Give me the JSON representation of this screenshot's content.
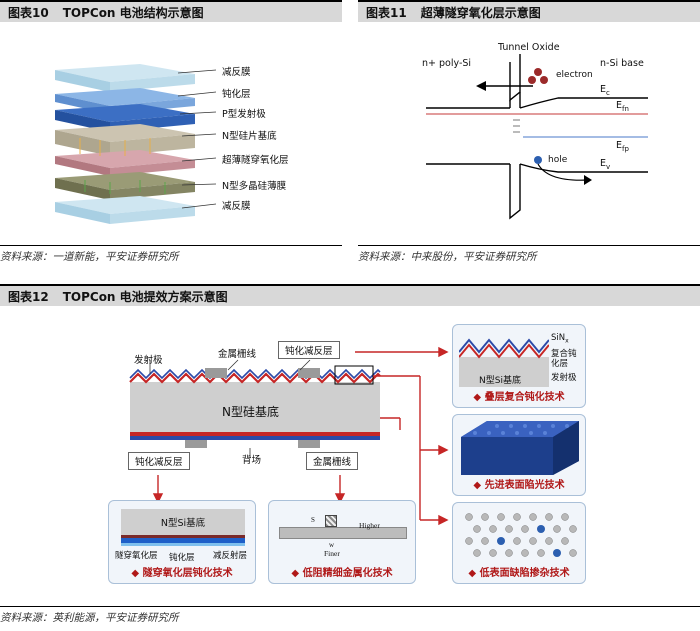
{
  "fig10": {
    "num": "图表10",
    "title": "TOPCon 电池结构示意图",
    "layers": [
      "减反膜",
      "钝化层",
      "P型发射极",
      "N型硅片基底",
      "超薄隧穿氧化层",
      "N型多晶硅薄膜",
      "减反膜"
    ],
    "source": "资料来源：一道新能，平安证券研究所"
  },
  "fig11": {
    "num": "图表11",
    "title": "超薄隧穿氧化层示意图",
    "tunnel_oxide": "Tunnel Oxide",
    "left_label": "n+ poly-Si",
    "right_label": "n-Si base",
    "electron": "electron",
    "hole": "hole",
    "ec": "E",
    "ec_sub": "c",
    "efn": "E",
    "efn_sub": "fn",
    "efp": "E",
    "efp_sub": "fp",
    "ev": "E",
    "ev_sub": "v",
    "source": "资料来源：中来股份，平安证券研究所"
  },
  "fig12": {
    "num": "图表12",
    "title": "TOPCon 电池提效方案示意图",
    "emitter": "发射极",
    "metal_grid_top": "金属栅线",
    "passivation_ar_top": "钝化减反层",
    "substrate": "N型硅基底",
    "passivation_ar_bottom": "钝化减反层",
    "back_field": "背场",
    "metal_grid_bottom": "金属栅线",
    "panel1": {
      "substrate": "N型Si基底",
      "l1": "隧穿氧化层",
      "l2": "钝化层",
      "l3": "减反射层",
      "caption": "◆ 隧穿氧化层钝化技术"
    },
    "panel2": {
      "s": "S",
      "w": "w",
      "higher": "Higher",
      "finer": "Finer",
      "caption": "◆ 低阻精细金属化技术"
    },
    "panel3": {
      "sinx": "SiN",
      "sinx_sub": "x",
      "composite1": "复合钝",
      "composite2": "化层",
      "emitter": "发射极",
      "substrate": "N型Si基底",
      "caption": "◆ 叠层复合钝化技术"
    },
    "panel4": {
      "caption": "◆ 先进表面陷光技术"
    },
    "panel5": {
      "caption": "◆ 低表面缺陷掺杂技术"
    },
    "source": "资料来源：英利能源，平安证券研究所"
  }
}
